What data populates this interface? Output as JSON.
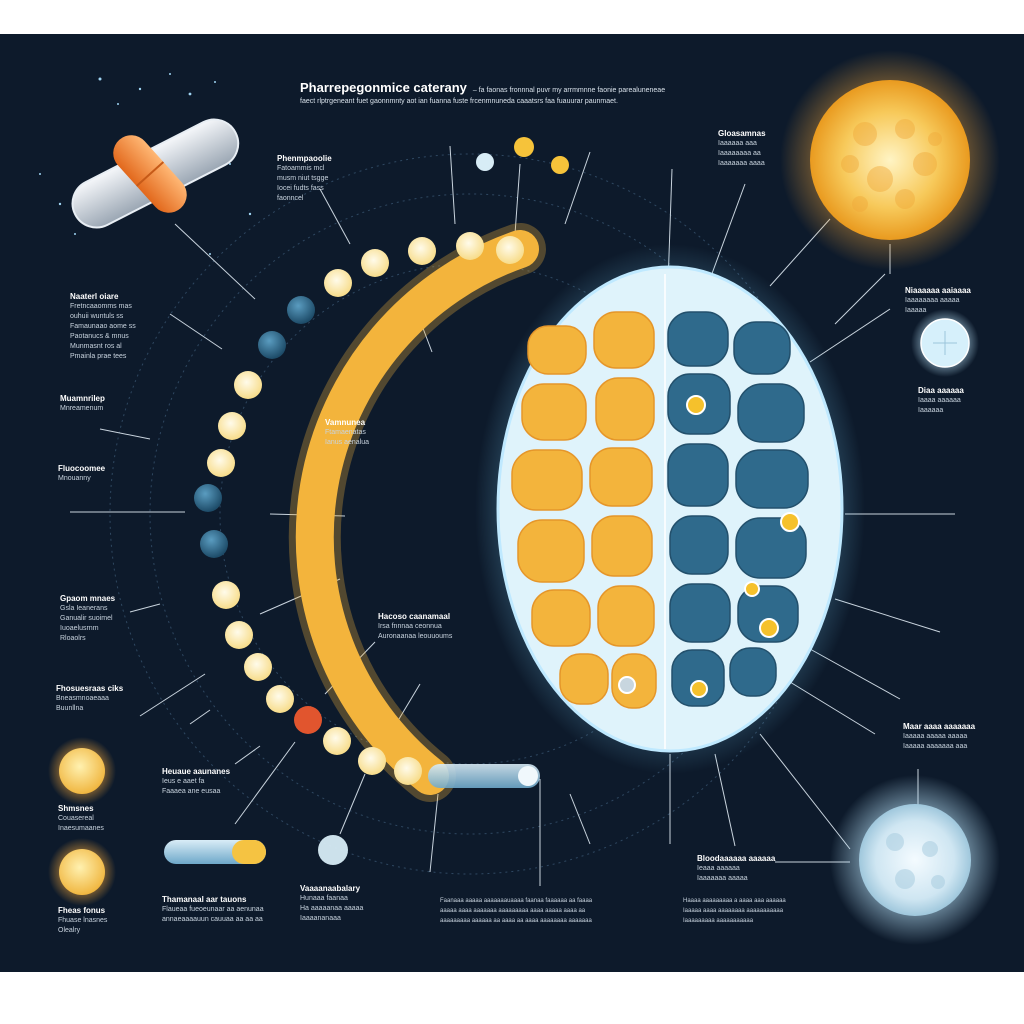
{
  "title": "Pharrepegonmice caterany",
  "intro": "– fa faonas fronnnal puvr my arrmmnne faonie parealuneneae faect rlptrgeneant fuet gaonnmnty aot ian fuanna fuste frcenmnuneda caaatsrs faa fuauurar paunmaet.",
  "labels": {
    "upper_left": {
      "heading": "Phenmpaoolie",
      "body": "Fatoammis mcl\nmusm niut tsgge\nIocei fudts fass\nfaonncel"
    },
    "left_1": {
      "heading": "Naaterl oiare",
      "body": "Fretncaaomms mas\nouhuii wuntuls ss\nFamaunaao aome ss\nPaotanucs & mnus\nMunmasnt ros al\nPmainla prae tees"
    },
    "left_2": {
      "heading": "Muamnrilep",
      "body": "Mnreamenum"
    },
    "left_3": {
      "heading": "Fluocoomee",
      "body": "Mnouanny"
    },
    "left_4": {
      "heading": "Gpaom mnaes",
      "body": "Gsla Ieanerans\nGanualir suoimel\nIuoaelusrnm\nRloaolrs"
    },
    "left_5": {
      "heading": "Fhosuesraas ciks",
      "body": "Bneasmnoaeaaa\nBuunllna"
    },
    "left_6": {
      "heading": "Shmsnes",
      "body": "Couasereal\nInaesumaanes"
    },
    "left_7": {
      "heading": "Fheas fonus",
      "body": "Fhuase lnasnes\nOlealry"
    },
    "center_1": {
      "heading": "Vamnunea",
      "body": "Ftamaenatas\nIanus aenalua"
    },
    "center_2": {
      "heading": "Hacoso caanamaal",
      "body": "Irsa fnnnaa ceonnua\nAuronaanaa leouuoums"
    },
    "bottom_1": {
      "heading": "Heuaue aaunanes",
      "body": "Ieus e aaet fa\nFaaaea ane eusaa"
    },
    "bottom_2": {
      "heading": "Thamanaal aar tauons",
      "body": "Flaueaa fueoeunaar aa aenunaa\nannaeaaaauun cauuaa aa aa aa"
    },
    "bottom_3": {
      "heading": "Vaaaanaabalary",
      "body": "Hunaaa faanaa\nHa aaaaanaa aaaaa\nIaaaananaaa"
    },
    "bottom_4": {
      "heading": "",
      "body": "Faanaaa aaaaa aaaaaaauaaaa faanaa faaaaaa aa faaaa\naaaaa aaaa aaaaaaa aaaaaaaaa aaaa aaaaa aaaa aa\naaaaaaaaa aaaaaa aa aaaa aa aaaa aaaaaaaa aaaaaaa"
    },
    "bottom_5": {
      "heading": "Bloodaaaaaa aaaaaa",
      "body": "Ieaaa aaaaaa\nIaaaaaaa aaaaa"
    },
    "bottom_6": {
      "heading": "",
      "body": "Haaaa aaaaaaaaa a aaaa aaa aaaaaa\nIaaaaa aaaa aaaaaaaa aaaaaaaaaaa\nIaaaaaaaaa aaaaaaaaaaa"
    },
    "right_1": {
      "heading": "Gloasamnas",
      "body": "Iaaaaaa aaa\nIaaaaaaaa aa\nIaaaaaaa aaaa"
    },
    "right_2": {
      "heading": "Niaaaaaa aaiaaaa",
      "body": "Iaaaaaaaa aaaaa\nIaaaaa"
    },
    "right_3": {
      "heading": "Diaa aaaaaa",
      "body": "Iaaaa aaaaaa\nIaaaaaa"
    },
    "right_4": {
      "heading": "Maar aaaa aaaaaaa",
      "body": "Iaaaaa aaaaa aaaaa\nIaaaaa aaaaaaa aaa"
    }
  },
  "colors": {
    "background": "#0d1a2b",
    "amber": "#f3b43c",
    "cream": "#fbe9b6",
    "blue": "#2f6a8c",
    "ice": "#cfeaf6",
    "pill_orange": "#ef8a3e",
    "line": "#c9d4de"
  },
  "icons": [
    "capsule-icon",
    "sun-sphere-icon",
    "moon-sphere-icon",
    "cell-icon"
  ]
}
